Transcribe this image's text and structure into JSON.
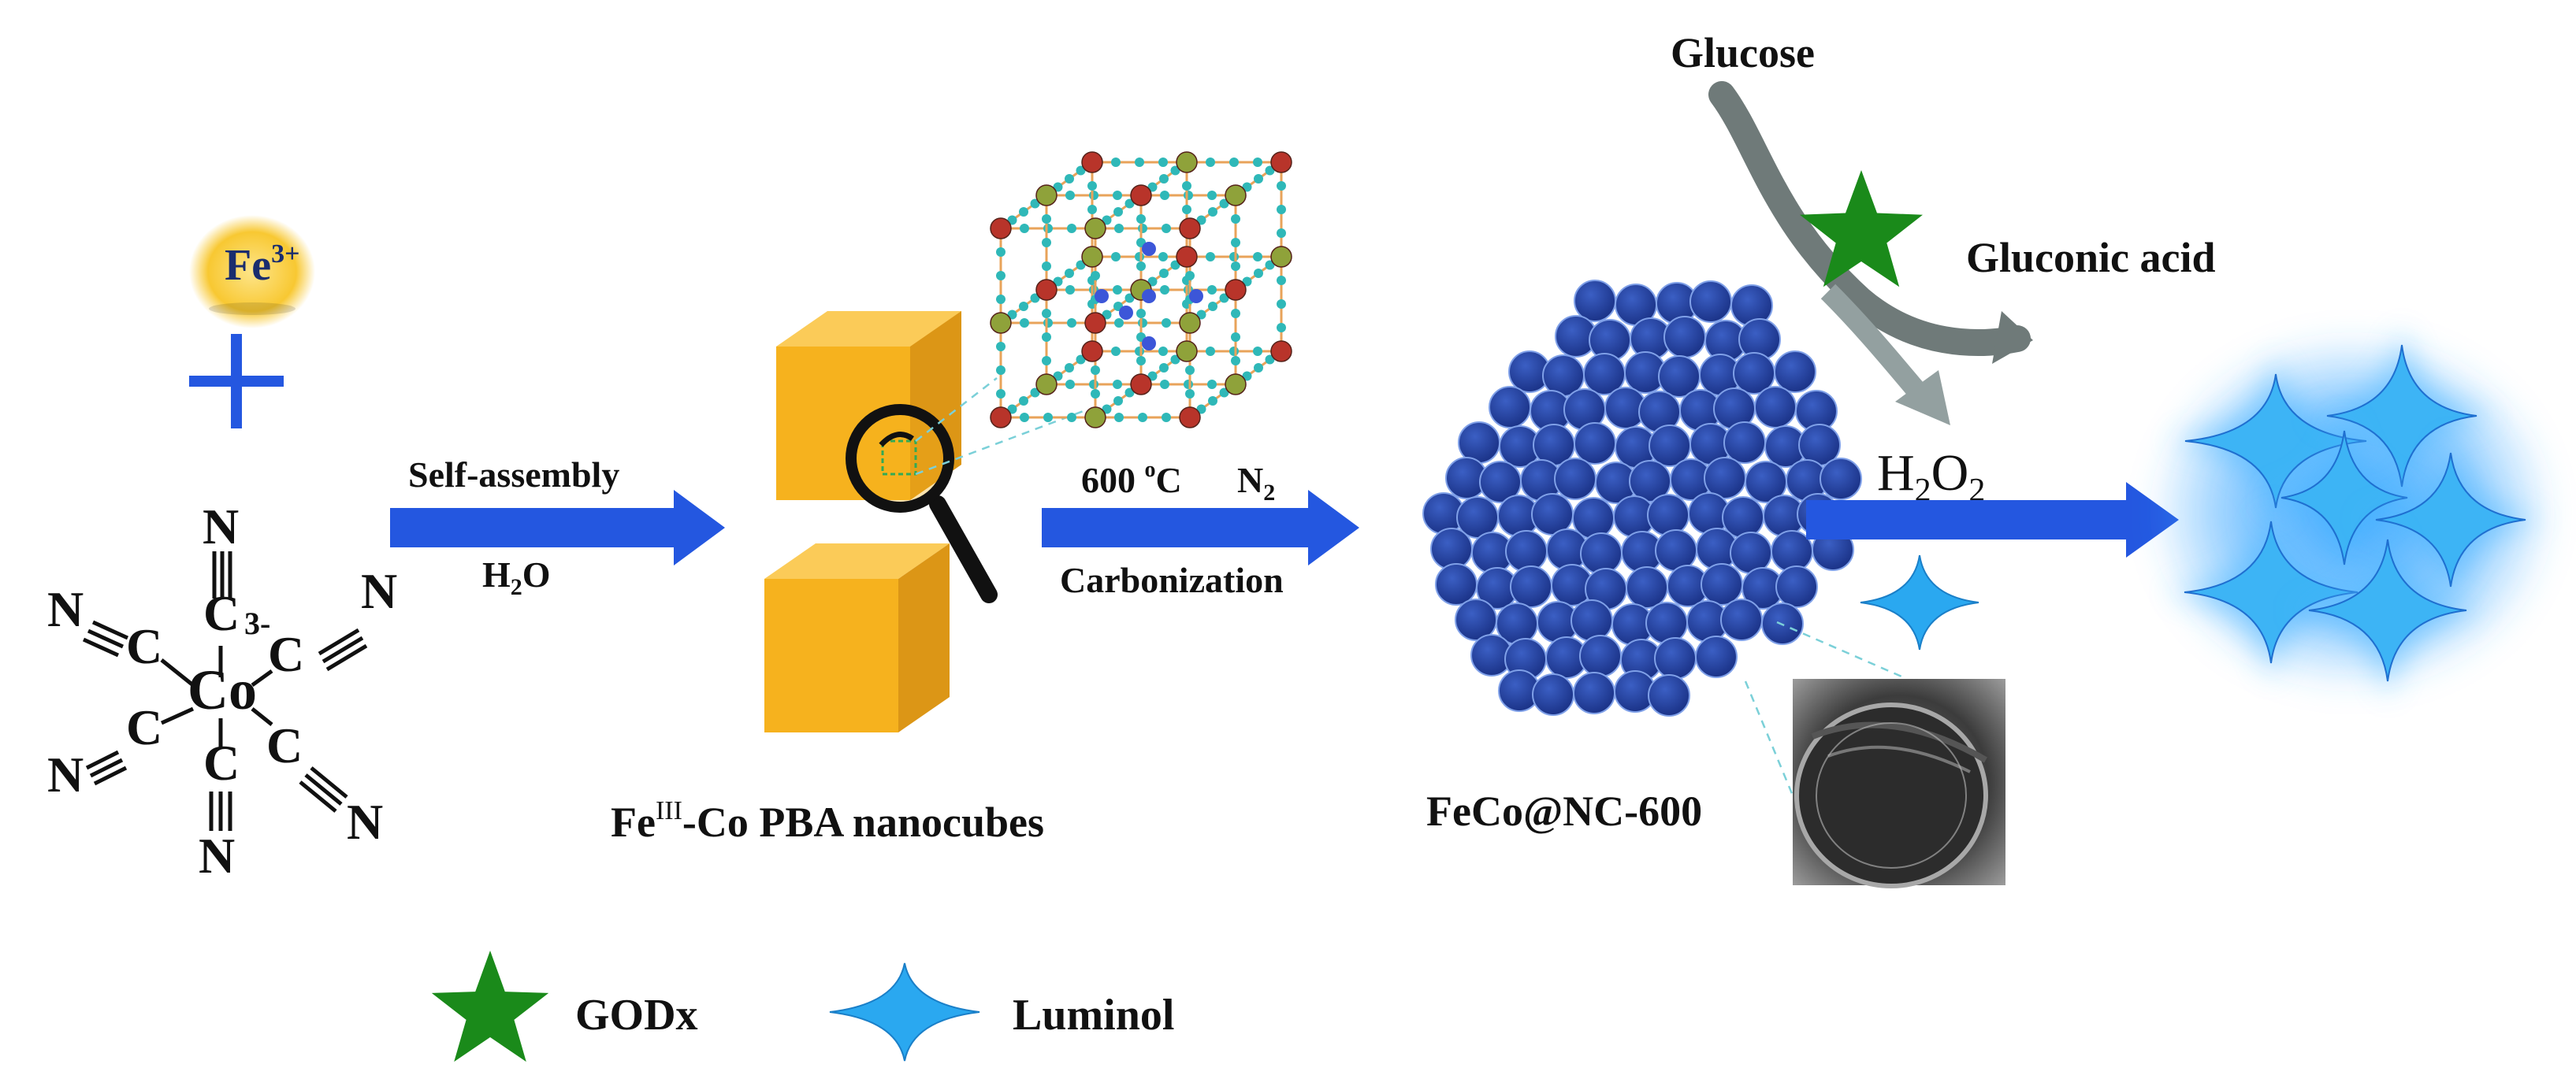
{
  "reactant": {
    "ion_base": "Fe",
    "ion_charge": "3+",
    "plus": "+"
  },
  "complex": {
    "center": "Co",
    "charge": "3-",
    "ligand_c": "C",
    "ligand_n": "N"
  },
  "step1": {
    "label_top": "Self-assembly",
    "label_bottom_base": "H",
    "label_bottom_sub": "2",
    "label_bottom_end": "O"
  },
  "product1": {
    "name_prefix": "Fe",
    "name_sup": "III",
    "name_suffix": "-Co PBA nanocubes"
  },
  "step2": {
    "label_temp": "600 ",
    "label_temp_sup": "o",
    "label_temp_end": "C",
    "label_gas": "N",
    "label_gas_sub": "2",
    "label_bottom": "Carbonization"
  },
  "product2": {
    "name": "FeCo@NC-600"
  },
  "reaction": {
    "substrate": "Glucose",
    "product": "Gluconic acid",
    "intermediate_h": "H",
    "intermediate_sub1": "2",
    "intermediate_o": "O",
    "intermediate_sub2": "2"
  },
  "legend": [
    {
      "label": "GODx",
      "icon": "green-star-icon",
      "color": "#1a8a1a"
    },
    {
      "label": "Luminol",
      "icon": "blue-sparkle-icon",
      "color": "#2aa8f0"
    }
  ],
  "colors": {
    "arrow": "#2457e0",
    "cube": "#f7b21f",
    "sphere": "#1e3e9c",
    "star": "#1a8a1a",
    "sparkle": "#2aa8f0",
    "fe_ion": "#f8cc3a"
  }
}
